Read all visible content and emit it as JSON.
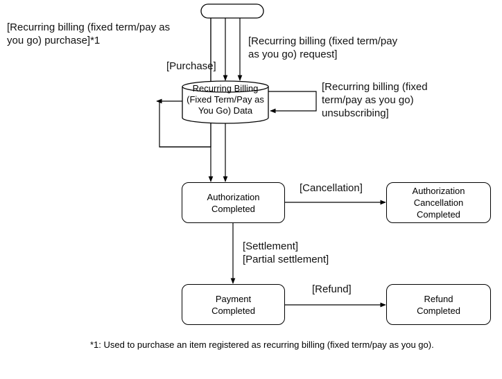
{
  "labels": {
    "purchase_recurring": "[Recurring billing (fixed term/pay as\nyou go) purchase]*1",
    "request_recurring": "[Recurring billing (fixed term/pay\nas you go) request]",
    "purchase": "[Purchase]",
    "unsubscribing": "[Recurring billing (fixed\nterm/pay as you go)\nunsubscribing]",
    "cancellation": "[Cancellation]",
    "settlement": "[Settlement]\n[Partial settlement]",
    "refund": "[Refund]"
  },
  "nodes": {
    "data_store": "Recurring Billing\n(Fixed Term/Pay as\nYou Go) Data",
    "auth_completed": "Authorization\nCompleted",
    "auth_cancel_completed": "Authorization\nCancellation\nCompleted",
    "payment_completed": "Payment\nCompleted",
    "refund_completed": "Refund\nCompleted"
  },
  "footnote": "*1: Used to purchase an item registered as recurring billing (fixed term/pay as you go)."
}
